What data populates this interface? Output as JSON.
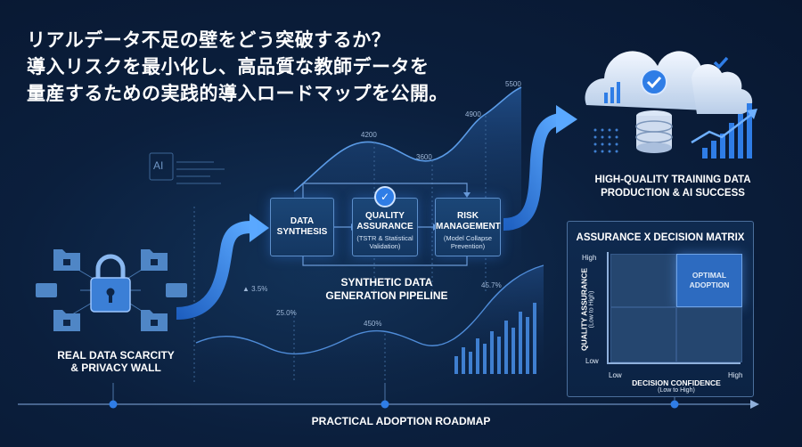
{
  "headline": {
    "line1": "リアルデータ不足の壁をどう突破するか？",
    "line2": "導入リスクを最小化し、高品質な教師データを",
    "line3": "量産するための実践的導入ロードマップを公開。"
  },
  "left": {
    "title_line1": "REAL DATA SCARCITY",
    "title_line2": "& PRIVACY WALL",
    "ai_chip": "AI"
  },
  "pipeline": {
    "box1": {
      "title_line1": "DATA",
      "title_line2": "SYNTHESIS"
    },
    "box2": {
      "title_line1": "QUALITY",
      "title_line2": "ASSURANCE",
      "sub_line1": "(TSTR & Statistical",
      "sub_line2": "Validation)"
    },
    "box3": {
      "title_line1": "RISK",
      "title_line2": "MANAGEMENT",
      "sub_line1": "(Model Collapse",
      "sub_line2": "Prevention)"
    },
    "caption_line1": "SYNTHETIC DATA",
    "caption_line2": "GENERATION PIPELINE"
  },
  "chart_numbers": {
    "n5500": "5500",
    "n4900": "4900",
    "n4200": "4200",
    "n3600": "3600",
    "p35": "▲ 3.5%",
    "p250": "25.0%",
    "p450": "450%",
    "p457": "45.7%"
  },
  "success": {
    "title_line1": "HIGH-QUALITY TRAINING DATA",
    "title_line2": "PRODUCTION & AI SUCCESS"
  },
  "matrix": {
    "title": "ASSURANCE x DECISION MATRIX",
    "y_label": "QUALITY ASSURANCE",
    "y_sub": "(Low to High)",
    "y_high": "High",
    "y_low": "Low",
    "x_label": "DECISION CONFIDENCE",
    "x_sub": "(Low to High)",
    "x_low": "Low",
    "x_high": "High",
    "optimal_line1": "OPTIMAL",
    "optimal_line2": "ADOPTION"
  },
  "roadmap": {
    "label": "PRACTICAL ADOPTION ROADMAP"
  },
  "colors": {
    "accent": "#3d8cf0",
    "box_bg": "#1b4677",
    "background": "#0b1f3d"
  }
}
